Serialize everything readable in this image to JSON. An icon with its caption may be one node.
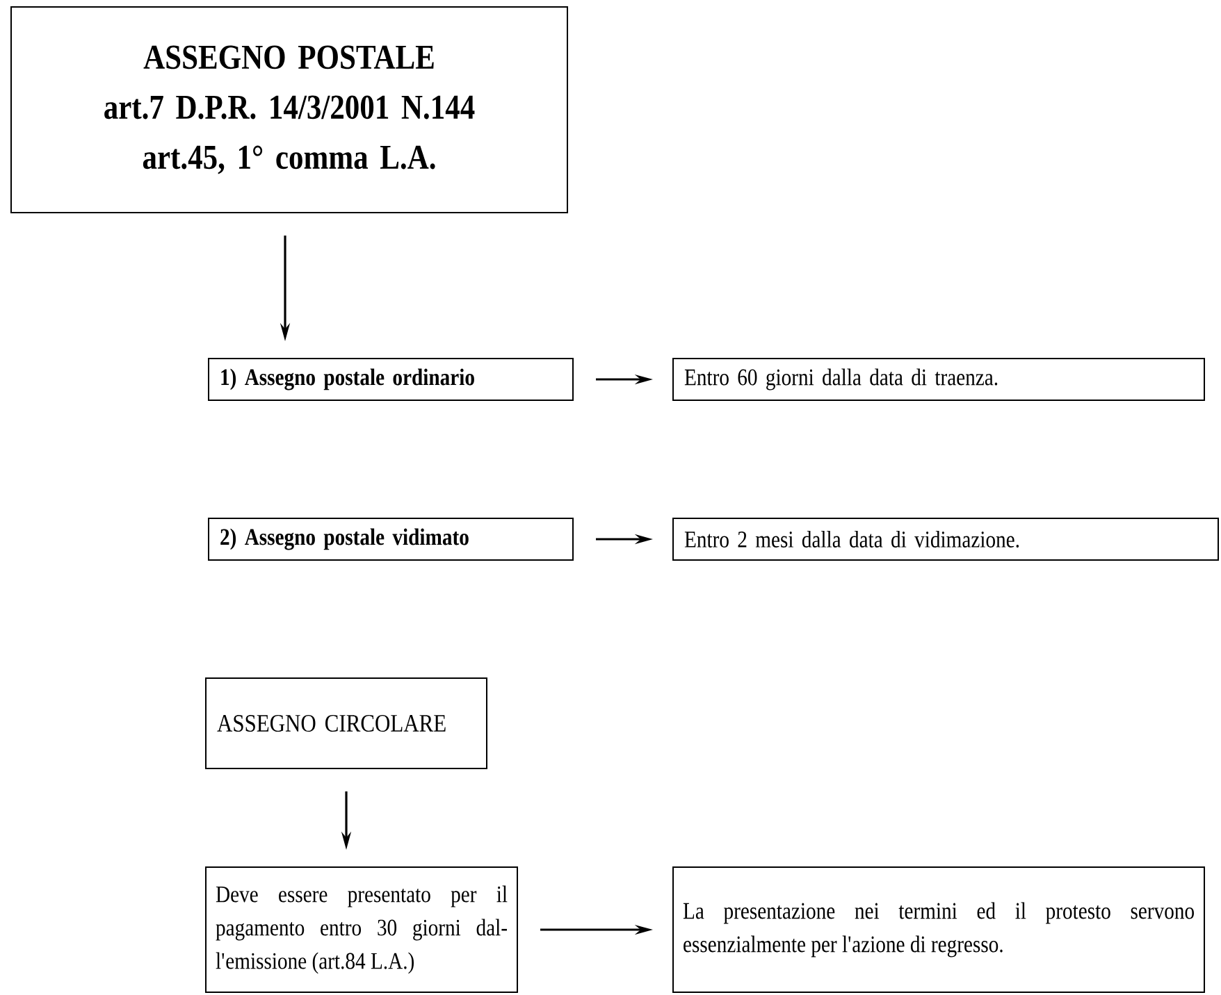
{
  "diagram": {
    "nodes": [
      {
        "text": [
          "ASSEGNO POSTALE",
          "art.7 D.P.R. 14/3/2001 N.144",
          "art.45, 1° comma L.A."
        ]
      },
      {
        "text": [
          "1) Assegno postale ordinario"
        ]
      },
      {
        "text": [
          "Entro 60 giorni dalla data di traenza."
        ]
      },
      {
        "text": [
          "2) Assegno postale vidimato"
        ]
      },
      {
        "text": [
          "Entro 2 mesi dalla data di vidimazione."
        ]
      },
      {
        "text": [
          "ASSEGNO CIRCOLARE"
        ]
      },
      {
        "text": [
          "Deve essere presentato per il pagamento entro 30 giorni dal- l'emissione (art.84 L.A.)"
        ]
      },
      {
        "text": [
          "La presentazione nei termini ed il protesto servono essenzialmente per l'azione di regresso."
        ]
      }
    ],
    "edges": [
      {
        "from": 0,
        "to": 1,
        "arrow": "to"
      },
      {
        "from": 1,
        "to": 2,
        "arrow": "to"
      },
      {
        "from": 3,
        "to": 4,
        "arrow": "to"
      },
      {
        "from": 5,
        "to": 6,
        "arrow": "to"
      },
      {
        "from": 6,
        "to": 7,
        "arrow": "to"
      }
    ]
  }
}
